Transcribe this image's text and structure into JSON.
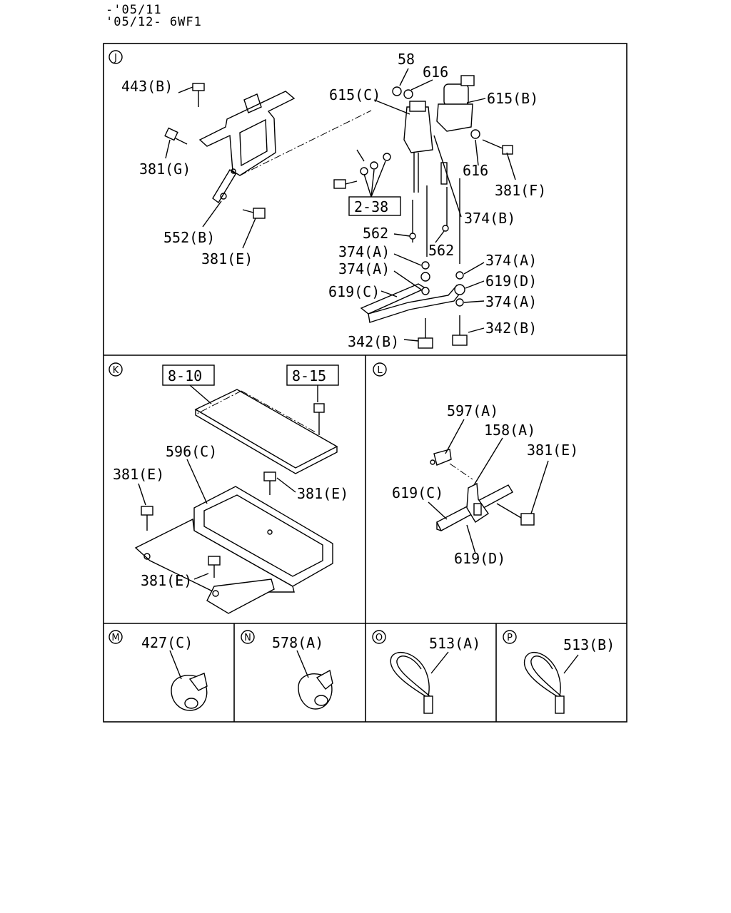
{
  "header": {
    "line1": "-'05/11",
    "line2": "'05/12- 6WF1"
  },
  "panels": {
    "J": {
      "marker": "J",
      "labels": [
        "443(B)",
        "381(G)",
        "552(B)",
        "381(E)",
        "58",
        "616",
        "615(C)",
        "615(B)",
        "616",
        "381(F)",
        "2-38",
        "374(B)",
        "562",
        "562",
        "374(A)",
        "374(A)",
        "374(A)",
        "619(D)",
        "619(C)",
        "374(A)",
        "342(B)",
        "342(B)"
      ]
    },
    "K": {
      "marker": "K",
      "labels": [
        "8-10",
        "8-15",
        "596(C)",
        "381(E)",
        "381(E)",
        "381(E)"
      ]
    },
    "L": {
      "marker": "L",
      "labels": [
        "597(A)",
        "158(A)",
        "381(E)",
        "619(C)",
        "619(D)"
      ]
    },
    "M": {
      "marker": "M",
      "labels": [
        "427(C)"
      ]
    },
    "N": {
      "marker": "N",
      "labels": [
        "578(A)"
      ]
    },
    "O": {
      "marker": "O",
      "labels": [
        "513(A)"
      ]
    },
    "P": {
      "marker": "P",
      "labels": [
        "513(B)"
      ]
    }
  }
}
